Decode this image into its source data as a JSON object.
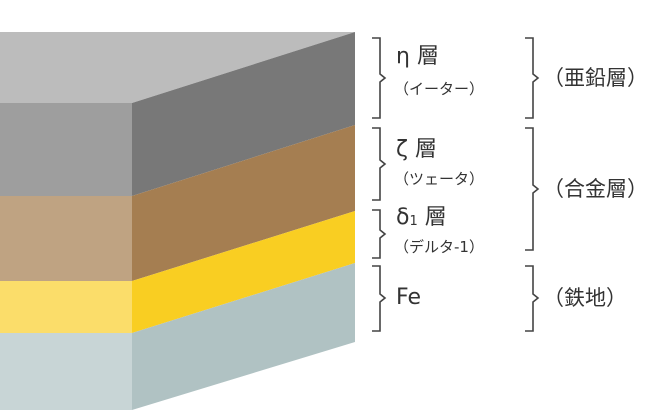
{
  "layers": [
    {
      "symbol": "η",
      "name": "層",
      "reading": "（イーター）",
      "colors": {
        "top": "#bcbcbc",
        "front": "#9e9e9e",
        "side": "#787878"
      }
    },
    {
      "symbol": "ζ",
      "name": "層",
      "reading": "（ツェータ）",
      "colors": {
        "front": "#bfa382",
        "side": "#a57e51"
      }
    },
    {
      "symbol": "δ",
      "subscript": "1",
      "name": "層",
      "reading": "（デルタ-1）",
      "colors": {
        "front": "#fbdd6a",
        "side": "#f9ce22"
      }
    },
    {
      "symbol": "Fe",
      "colors": {
        "front": "#c8d5d6",
        "side": "#b0c2c3"
      }
    }
  ],
  "groups": [
    "（亜鉛層）",
    "（合金層）",
    "（鉄地）"
  ]
}
